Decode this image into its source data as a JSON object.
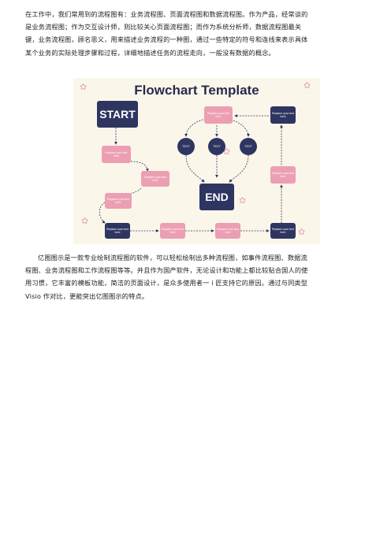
{
  "paragraph1": [
    "在工作中，我们常用到的流程图有：业务流程图、页面流程图和数据流程图。作为产品，经常谈的",
    "是业务流程图；作为交互设计师，则比较关心页面流程图；而作为系统分析师，数据流程图最关",
    "键，业务流程图，顾名思义，用来描述业务流程的一种图，通过一些特定的符号和连线来表示具体",
    "某个业务的实际处理步骤和过程，详细地描述任务的流程走向，一般没有数据的概念。"
  ],
  "figure": {
    "title": "Flowchart Template",
    "start_label": "START",
    "end_label": "END",
    "circle_labels": [
      "TEXT",
      "TEXT",
      "TEXT"
    ],
    "placeholder": "Replace your text here",
    "colors": {
      "navy": "#2e3560",
      "pink": "#ec9fb3",
      "background": "#fbf6ea"
    }
  },
  "paragraph2": [
    "亿图图示是一款专业绘制流程图的软件，可以轻松绘制出多种流程图，如事件流程图、数据流",
    "程图、业务流程图和工作流程图等等。并且作为国产软件，无论设计和功能上都比较贴合国人的使",
    "用习惯，它丰富的模板功能，简洁的页面设计，是众多使用者一 i 匠支持它的原因。通过与同类型",
    "Visio 作对比，更能突出亿图图示的特点。"
  ]
}
